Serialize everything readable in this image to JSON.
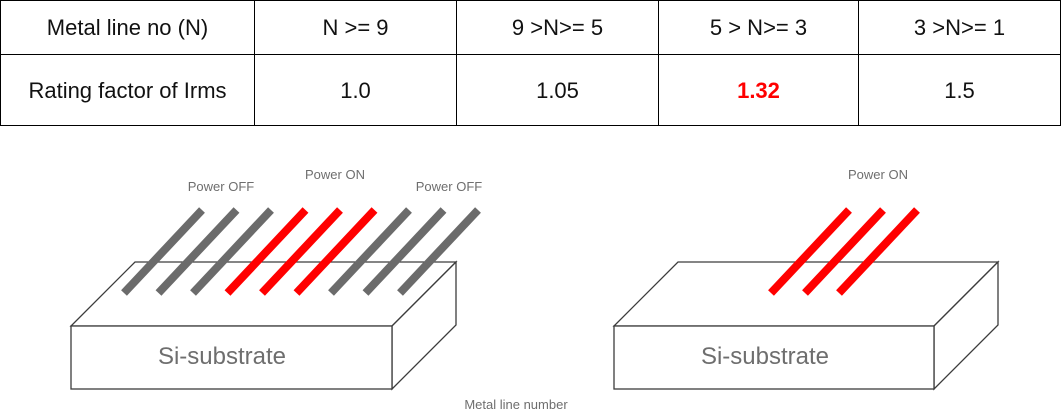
{
  "table": {
    "header_label": "Metal line no (N)",
    "columns": [
      "N >= 9",
      "9 >N>= 5",
      "5 > N>= 3",
      "3 >N>= 1"
    ],
    "row_label": "Rating factor of Irms",
    "values": [
      "1.0",
      "1.05",
      "1.32",
      "1.5"
    ],
    "highlight_index": 2,
    "highlight_color": "#ff0000"
  },
  "diagram_left": {
    "labels": [
      "Power OFF",
      "Power ON",
      "Power OFF"
    ],
    "substrate_label": "Si-substrate",
    "line_states": [
      "off",
      "off",
      "off",
      "on",
      "on",
      "on",
      "off",
      "off",
      "off"
    ]
  },
  "diagram_right": {
    "label": "Power ON",
    "substrate_label": "Si-substrate",
    "line_states": [
      "on",
      "on",
      "on"
    ]
  },
  "caption": "Metal line number",
  "colors": {
    "on": "#ff0000",
    "off": "#6b6b6b",
    "outline": "#3c3c3c",
    "label": "#6e6e6e"
  }
}
